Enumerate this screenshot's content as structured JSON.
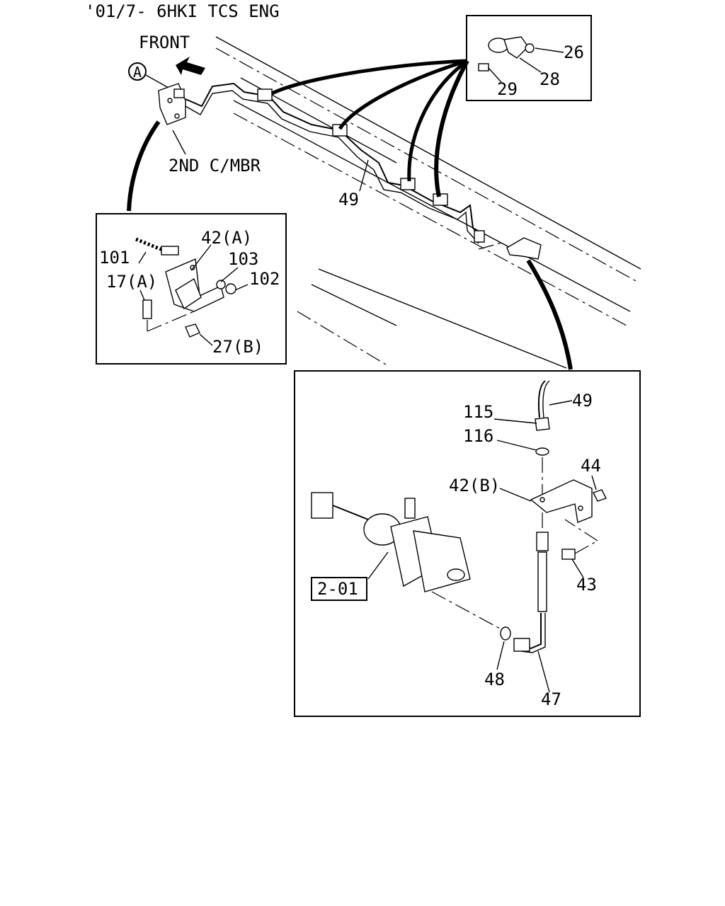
{
  "header": {
    "title": "'01/7- 6HKI TCS ENG"
  },
  "main_view": {
    "front_label": "FRONT",
    "ref_circle": "A",
    "crossmember_label": "2ND C/MBR",
    "pipe_callout": "49"
  },
  "detail_clip": {
    "callouts": {
      "nut": "26",
      "clip": "28",
      "bolt": "29"
    }
  },
  "detail_bracket_a": {
    "callouts": {
      "connector": "101",
      "bracket": "42(A)",
      "washer": "103",
      "nut": "102",
      "bolt": "17(A)",
      "lower_nut": "27(B)"
    }
  },
  "detail_actuator": {
    "callouts": {
      "pipe": "49",
      "nut": "115",
      "washer": "116",
      "bracket": "42(B)",
      "right_nut": "44",
      "bolt": "43",
      "hose": "47",
      "gasket": "48"
    },
    "assembly_ref": "2-01"
  }
}
